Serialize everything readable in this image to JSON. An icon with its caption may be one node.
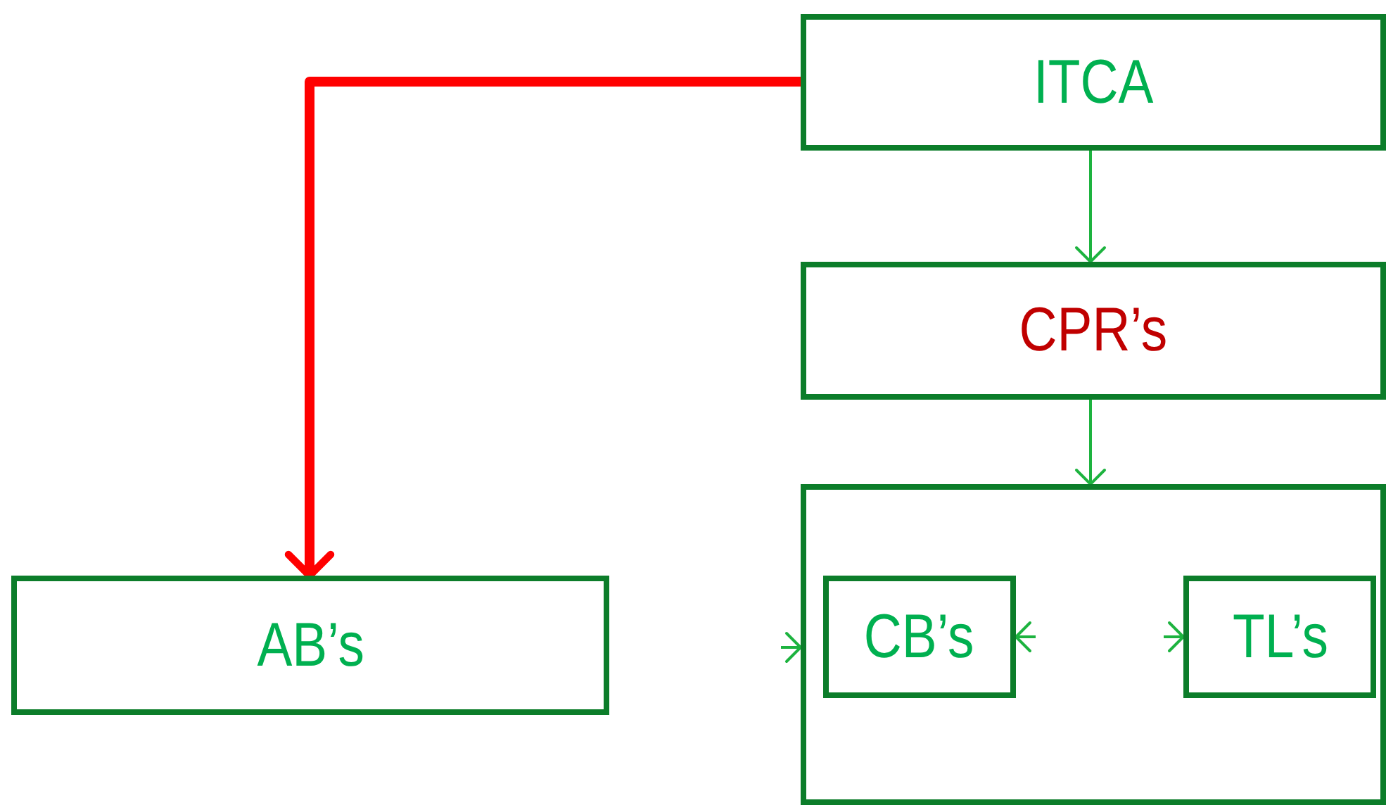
{
  "diagram": {
    "nodes": [
      {
        "text": [
          "ITCA"
        ]
      },
      {
        "text": [
          "CPR’s"
        ]
      },
      {
        "text": [],
        "shape": "box"
      },
      {
        "text": [
          "AB’s"
        ]
      },
      {
        "text": [
          "CB’s"
        ],
        "in": 2
      },
      {
        "text": [
          "TL’s"
        ],
        "in": 2
      }
    ],
    "edges": [
      {
        "from": 0,
        "to": 1,
        "arrow": "to"
      },
      {
        "from": 1,
        "to": 2,
        "arrow": "to"
      },
      {
        "from": 0,
        "to": 3,
        "arrow": "to",
        "style": "thick",
        "color": "#ff0000"
      },
      {
        "from": null,
        "to": 2,
        "arrow": "to"
      },
      {
        "from": null,
        "to": 4,
        "arrow": "to"
      },
      {
        "from": null,
        "to": 5,
        "arrow": "to"
      }
    ]
  }
}
